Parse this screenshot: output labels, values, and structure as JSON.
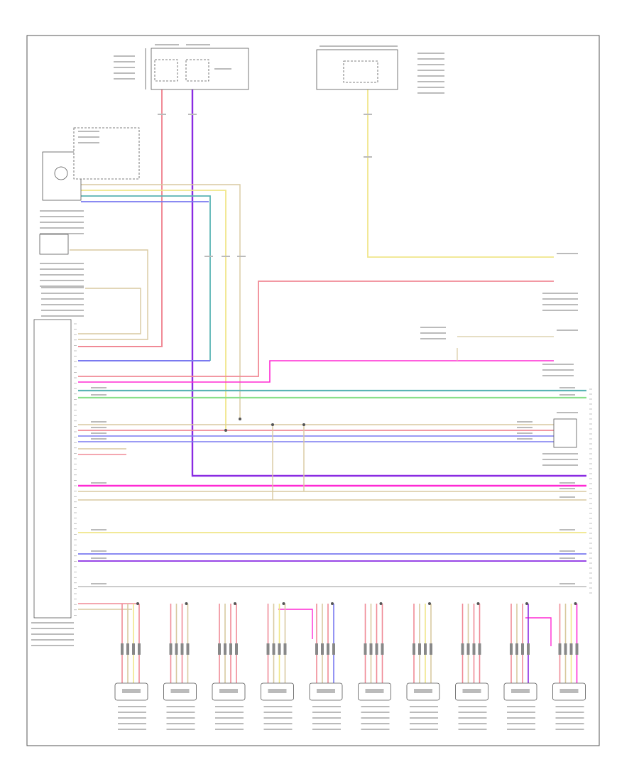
{
  "diagram_type": "automotive wiring schematic",
  "footer": {
    "id": ""
  },
  "colors": {
    "red": "#f08a96",
    "pink": "#ff2ad4",
    "violet": "#8a2be2",
    "yellow": "#f0e68a",
    "tan": "#d8c9a0",
    "blue": "#7a7af0",
    "green": "#8ae08a",
    "teal": "#5ab4b4",
    "grey": "#bbbbbb",
    "outline": "#555555"
  },
  "buses": {
    "left_wire_colors": [
      "tan",
      "red",
      "red",
      "blue",
      "tan",
      "red",
      "teal",
      "green",
      "tan",
      "red",
      "blue",
      "violet",
      "tan",
      "tan",
      "violet",
      "pink",
      "grey",
      "grey",
      "tan",
      "blue",
      "violet",
      "grey",
      "tan",
      "red",
      "grey"
    ],
    "bus_colors": [
      "red",
      "violet",
      "yellow",
      "tan",
      "teal",
      "blue",
      "pink",
      "green",
      "grey"
    ]
  },
  "modules": {
    "count": 10
  }
}
